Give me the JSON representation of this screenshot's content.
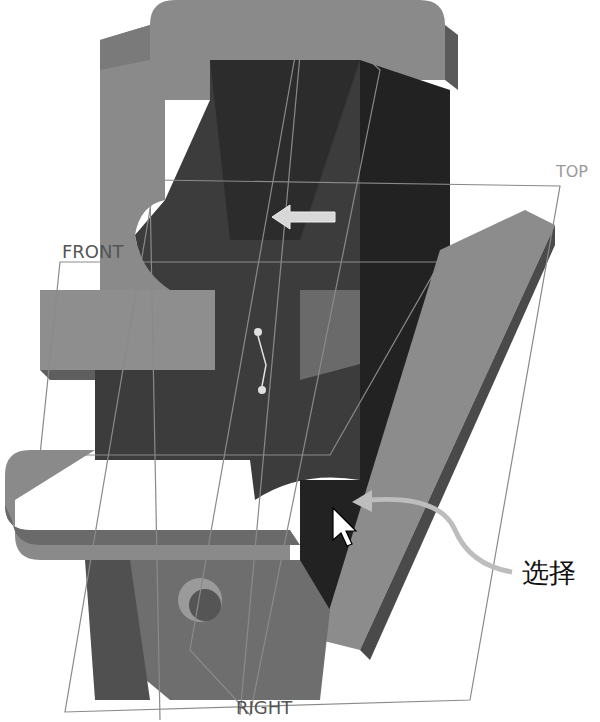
{
  "diagram": {
    "labels": [
      "FRONT",
      "TOP",
      "RIGHT",
      "选择"
    ]
  }
}
